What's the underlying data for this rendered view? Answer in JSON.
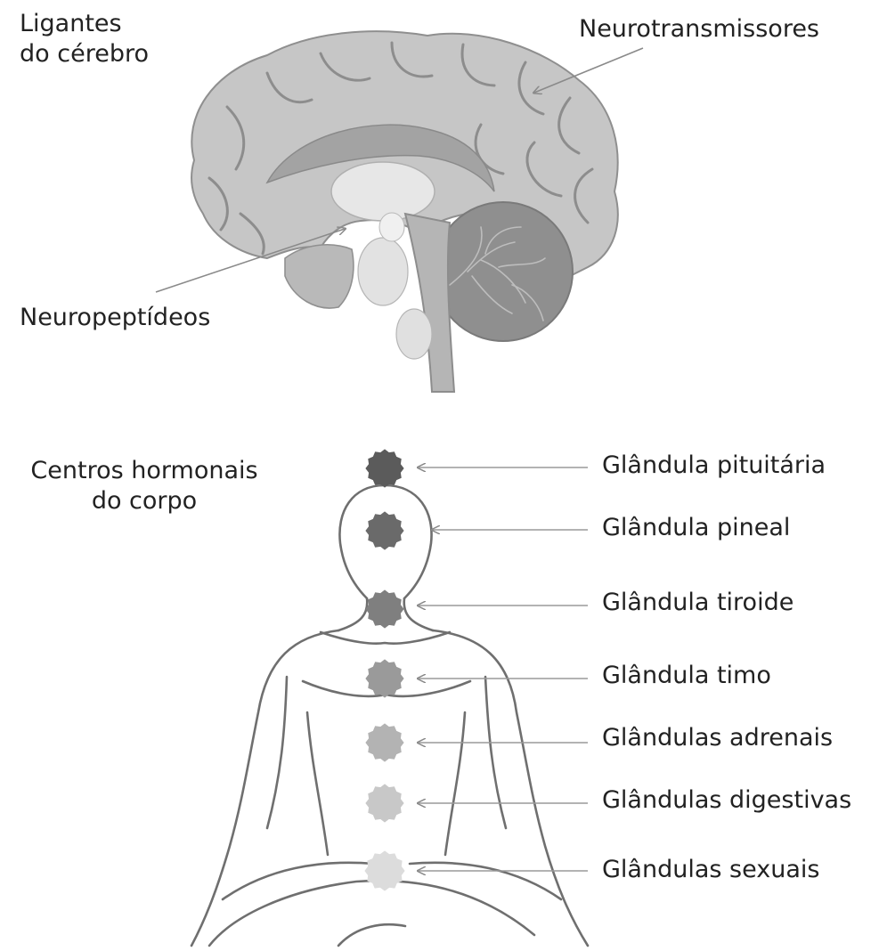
{
  "brain": {
    "label_brain_ligands_line1": "Ligantes",
    "label_brain_ligands_line2": "do cérebro",
    "label_neurotransmitters": "Neurotransmissores",
    "label_neuropeptides": "Neuropeptídeos"
  },
  "body": {
    "title_line1": "Centros hormonais",
    "title_line2": "do corpo",
    "glands": [
      {
        "label": "Glândula pituitária",
        "color": "#5b5b5b"
      },
      {
        "label": "Glândula pineal",
        "color": "#6a6a6a"
      },
      {
        "label": "Glândula tiroide",
        "color": "#7f7f7f"
      },
      {
        "label": "Glândula timo",
        "color": "#9a9a9a"
      },
      {
        "label": "Glândulas adrenais",
        "color": "#b3b3b3"
      },
      {
        "label": "Glândulas digestivas",
        "color": "#c8c8c8"
      },
      {
        "label": "Glândulas sexuais",
        "color": "#dcdcdc"
      }
    ]
  },
  "colors": {
    "outline": "#6f6f6f",
    "brain_light": "#c6c6c6",
    "brain_mid": "#a9a9a9",
    "brain_dark": "#8d8d8d",
    "arrow": "#9a9a9a"
  }
}
